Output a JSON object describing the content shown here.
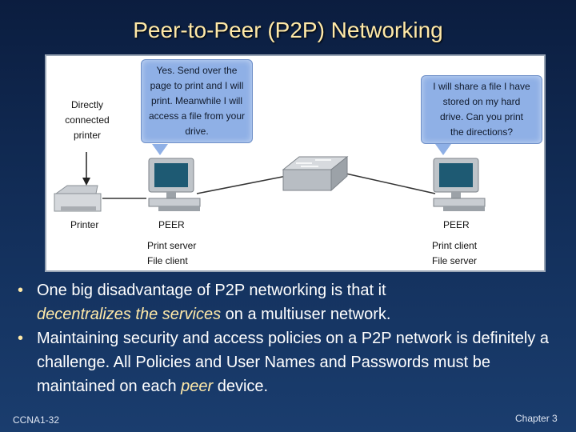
{
  "slide": {
    "title": "Peer-to-Peer (P2P) Networking",
    "footer_left": "CCNA1-32",
    "footer_right": "Chapter 3"
  },
  "diagram": {
    "directly_connected": [
      "Directly",
      "connected",
      "printer"
    ],
    "printer_label": "Printer",
    "peer_left": {
      "label": "PEER",
      "roles": [
        "Print server",
        "File client"
      ],
      "bubble": [
        "Yes. Send over the",
        "page to print and I will",
        "print. Meanwhile I will",
        "access a file from your",
        "drive."
      ]
    },
    "peer_right": {
      "label": "PEER",
      "roles": [
        "Print client",
        "File server"
      ],
      "bubble": [
        "I will share a file I have",
        "stored on my hard",
        "drive. Can you print",
        "the directions?"
      ]
    }
  },
  "bullets": {
    "b1_pre": "One big disadvantage of P2P networking is that it",
    "b1_em": "decentralizes the services",
    "b1_post": " on a multiuser network.",
    "b2_pre": "Maintaining security and access policies on a P2P network is definitely a challenge.  All Policies and User Names and Passwords must be maintained on each ",
    "b2_em": "peer",
    "b2_post": " device."
  },
  "colors": {
    "title": "#ffe9a8",
    "background": "#13305c",
    "bubble": "#8fb0e6",
    "highlight": "#ffe9a8"
  }
}
